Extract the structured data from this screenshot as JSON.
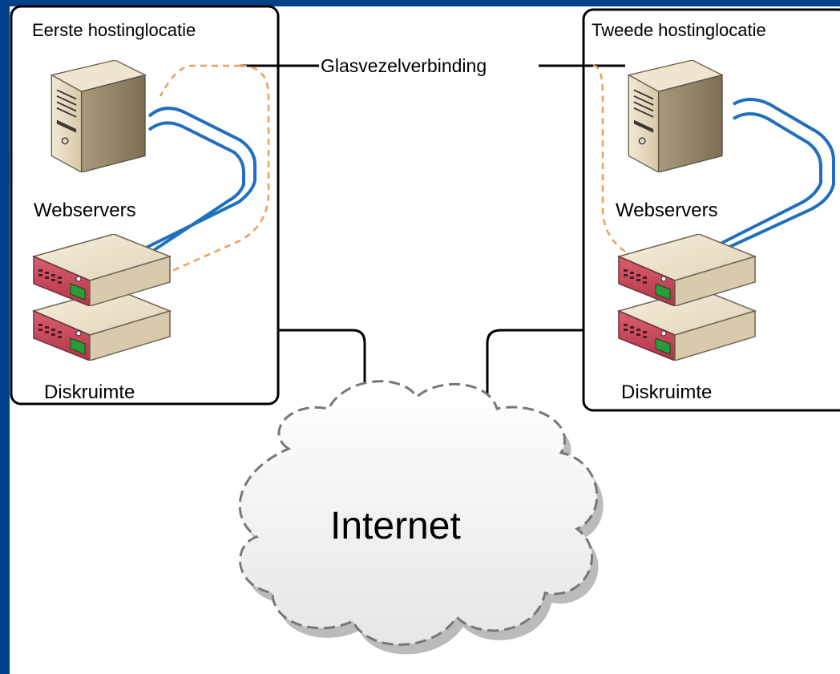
{
  "sites": [
    {
      "title": "Eerste hostinglocatie",
      "server_label": "Webservers",
      "storage_label": "Diskruimte"
    },
    {
      "title": "Tweede hostinglocatie",
      "server_label": "Webservers",
      "storage_label": "Diskruimte"
    }
  ],
  "link_label": "Glasvezelverbinding",
  "cloud_label": "Internet",
  "colors": {
    "frame": "#003f8a",
    "box_border": "#000000",
    "data_link": "#1f6fbf",
    "management_link": "#e8a060",
    "server_body": "#d9ccb0",
    "storage_body": "#c9475a",
    "storage_led": "#2a9a3a",
    "cloud_fill": "#f4f4f4",
    "cloud_border": "#777777"
  },
  "icons": [
    "server-icon",
    "storage-icon",
    "cloud-icon"
  ]
}
